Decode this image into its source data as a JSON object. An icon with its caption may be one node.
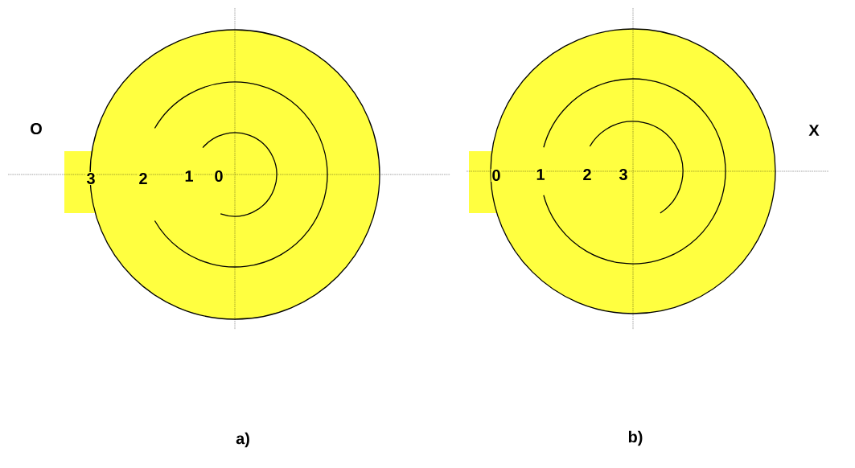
{
  "diagram": {
    "labels": [
      "O",
      "3",
      "2",
      "1",
      "0",
      "0",
      "1",
      "2",
      "3",
      "X",
      "a)",
      "b)"
    ]
  }
}
